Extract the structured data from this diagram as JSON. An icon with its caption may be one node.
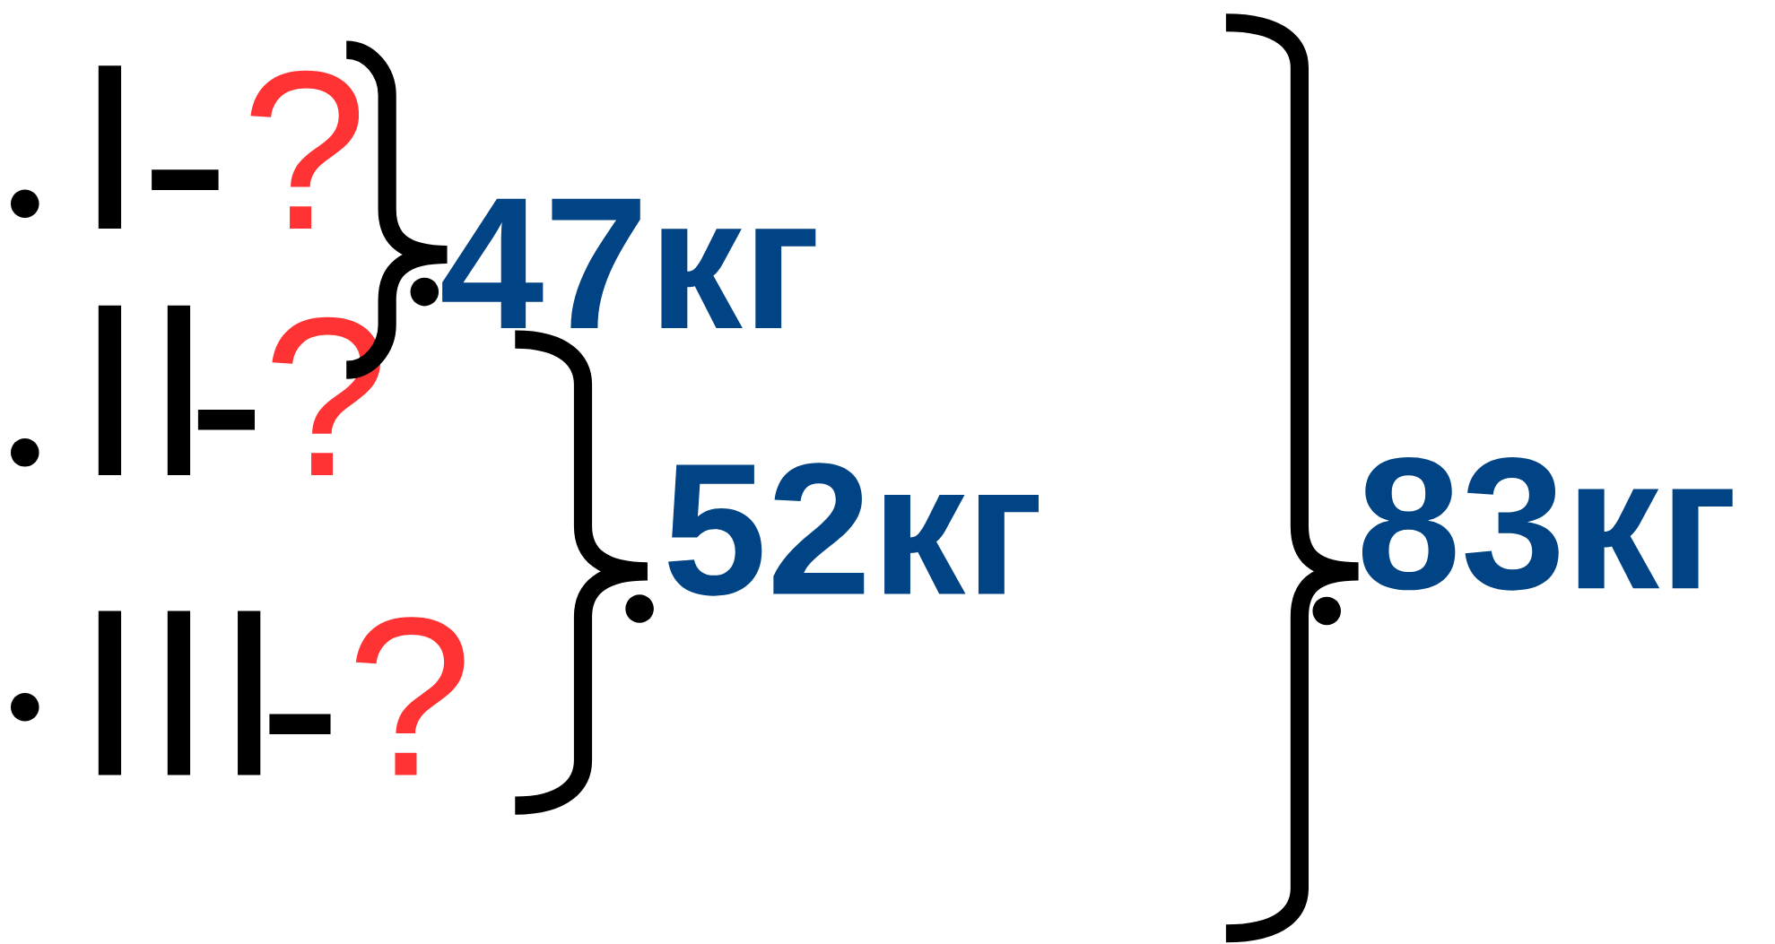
{
  "diagram": {
    "labels": [
      "?",
      "?",
      "?",
      "47кг",
      "52кг",
      "83кг"
    ]
  }
}
